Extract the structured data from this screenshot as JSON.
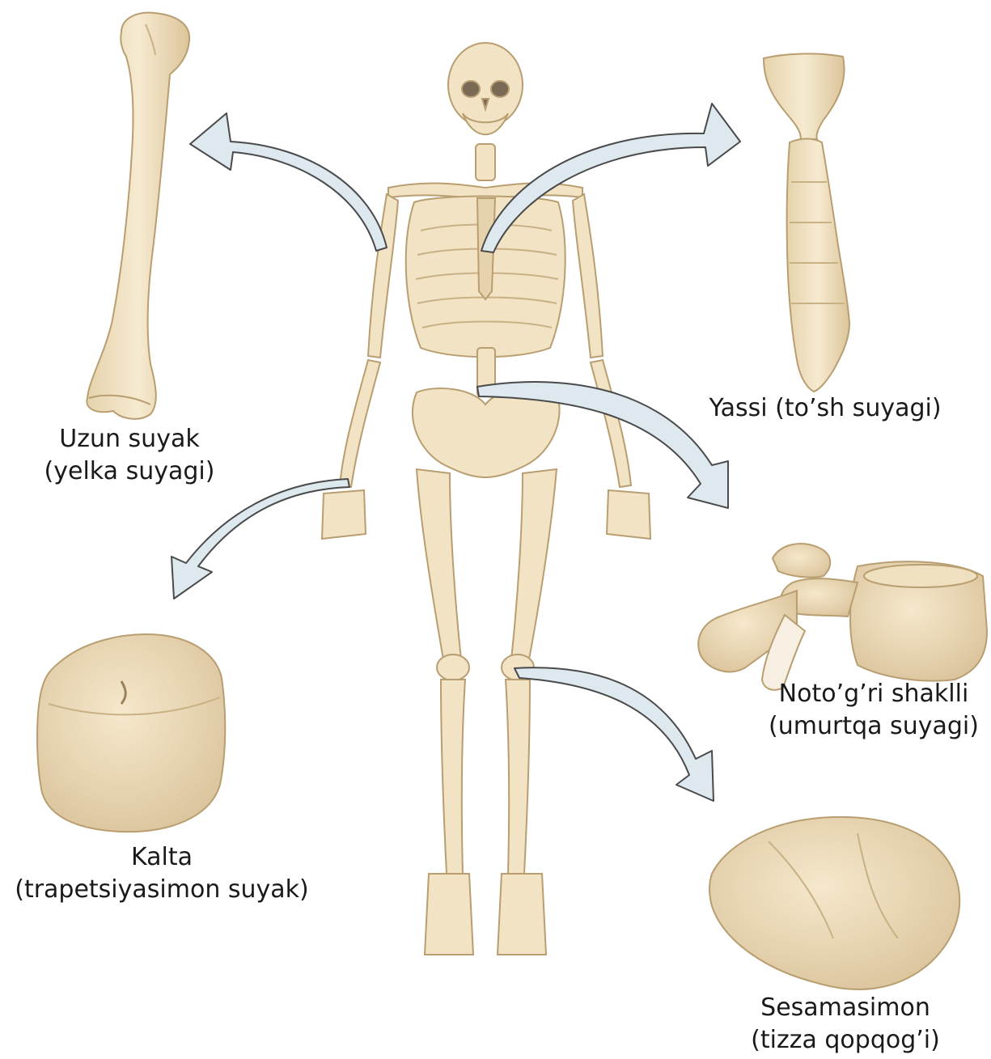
{
  "colors": {
    "bone_fill": "#f1e3c4",
    "bone_shade": "#d8c39a",
    "bone_outline": "#b89e70",
    "arrow_fill": "#dde9ee",
    "arrow_outline": "#4a4a4a",
    "background": "#ffffff"
  },
  "labels": {
    "long_bone": {
      "line1": "Uzun suyak",
      "line2": "(yelka suyagi)"
    },
    "flat_bone": {
      "line1": "Yassi (to’sh suyagi)"
    },
    "irregular_bone": {
      "line1": "Noto’g’ri shaklli",
      "line2": "(umurtqa suyagi)"
    },
    "short_bone": {
      "line1": "Kalta",
      "line2": "(trapetsiyasimon suyak)"
    },
    "sesamoid_bone": {
      "line1": "Sesamasimon",
      "line2": "(tizza qopqog’i)"
    }
  },
  "images": {
    "humerus": "humerus-bone-illustration",
    "sternum": "sternum-bone-illustration",
    "vertebra": "vertebra-bone-illustration",
    "trapezium": "trapezium-bone-illustration",
    "patella": "patella-bone-illustration",
    "skeleton": "human-skeleton-illustration"
  }
}
